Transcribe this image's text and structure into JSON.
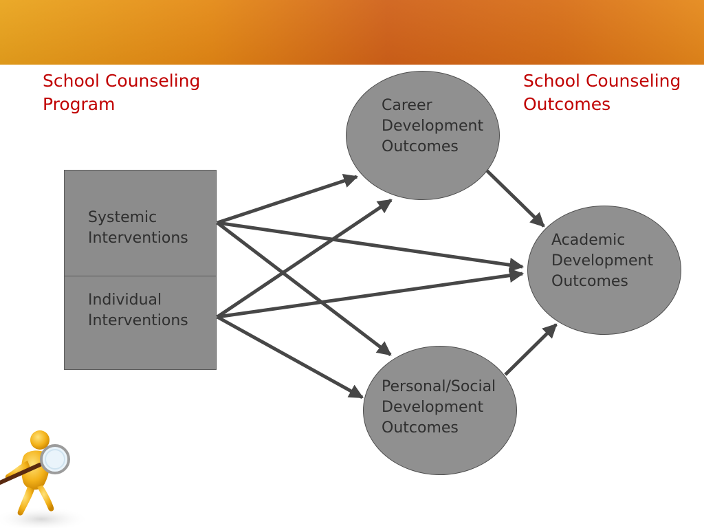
{
  "headings": {
    "program": [
      "School Counseling",
      "Program"
    ],
    "outcomes": [
      "School Counseling",
      "Outcomes"
    ]
  },
  "interventions": {
    "systemic": [
      "Systemic",
      "Interventions"
    ],
    "individual": [
      "Individual",
      "Interventions"
    ]
  },
  "outcomes": {
    "career": [
      "Career",
      "Development",
      "Outcomes"
    ],
    "academic": [
      "Academic",
      "Development",
      "Outcomes"
    ],
    "personal_social": [
      "Personal/Social",
      "Development",
      "Outcomes"
    ]
  },
  "colors": {
    "heading": "#c00000",
    "shape_fill": "#909090",
    "arrow": "#474747",
    "banner": "#d0621a"
  },
  "icons": [
    "magnifier-figure-icon"
  ]
}
